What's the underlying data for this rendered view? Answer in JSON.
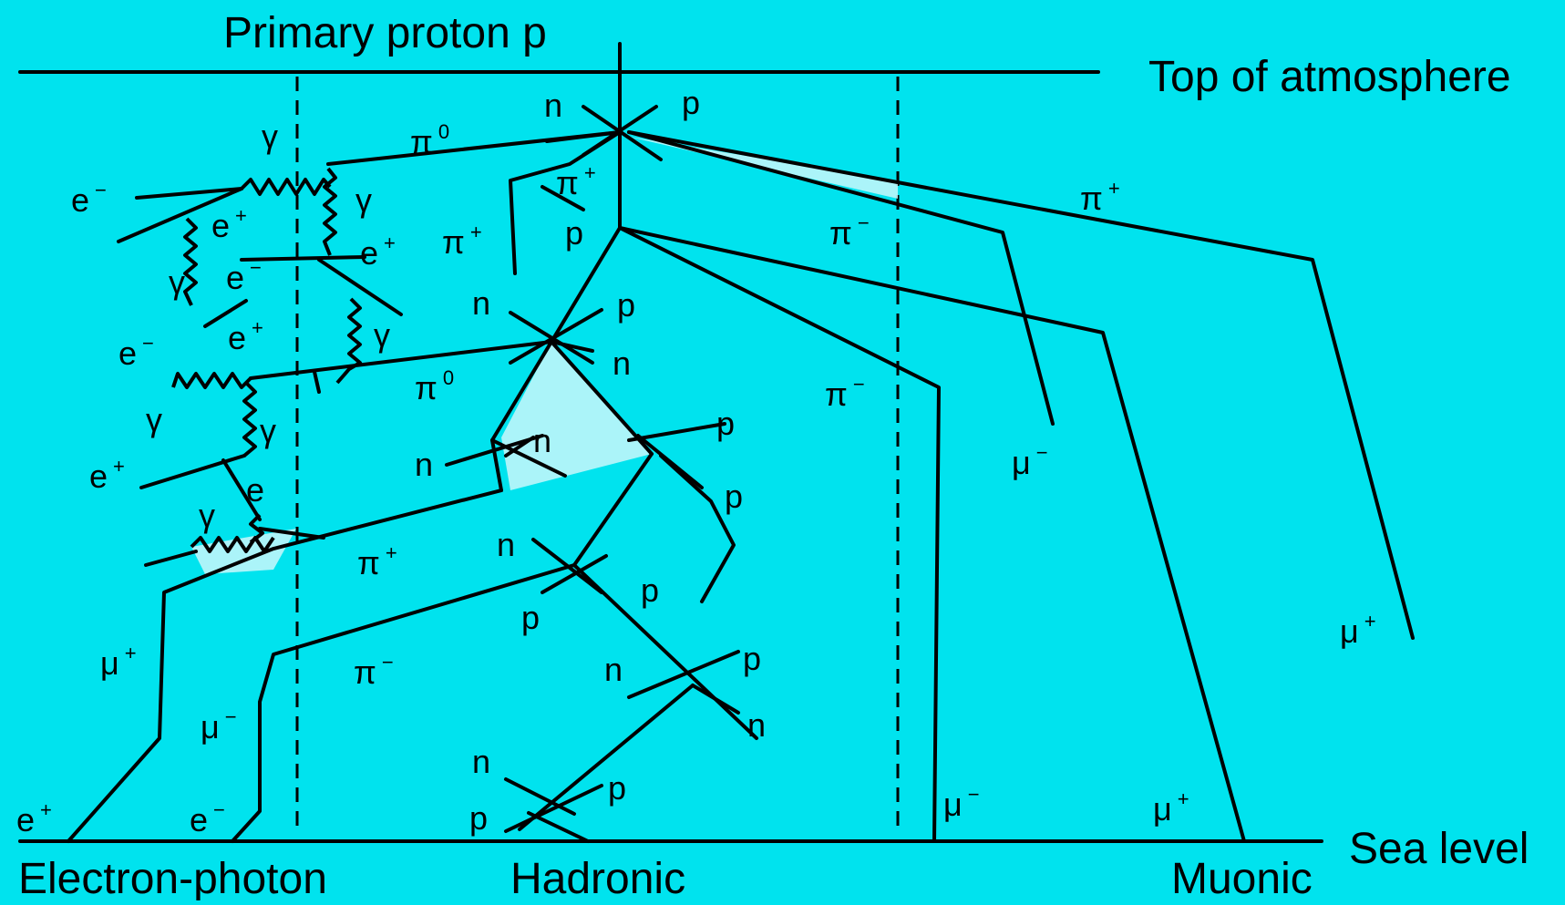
{
  "diagram": {
    "title": "Primary proton p",
    "top_label": "Top of atmosphere",
    "bottom_label": "Sea level",
    "components": [
      "Electron-photon",
      "Hadronic",
      "Muonic"
    ],
    "particle_labels": [
      {
        "t": "n",
        "s": ""
      },
      {
        "t": "p",
        "s": ""
      },
      {
        "t": "π",
        "s": "0"
      },
      {
        "t": "γ",
        "s": ""
      },
      {
        "t": "e",
        "s": "−"
      },
      {
        "t": "γ",
        "s": ""
      },
      {
        "t": "e",
        "s": "+"
      },
      {
        "t": "π",
        "s": "+"
      },
      {
        "t": "p",
        "s": ""
      },
      {
        "t": "e",
        "s": "+"
      },
      {
        "t": "π",
        "s": "+"
      },
      {
        "t": "γ",
        "s": ""
      },
      {
        "t": "e",
        "s": "−"
      },
      {
        "t": "π",
        "s": "−"
      },
      {
        "t": "π",
        "s": "+"
      },
      {
        "t": "n",
        "s": ""
      },
      {
        "t": "p",
        "s": ""
      },
      {
        "t": "e",
        "s": "−"
      },
      {
        "t": "e",
        "s": "+"
      },
      {
        "t": "γ",
        "s": ""
      },
      {
        "t": "n",
        "s": ""
      },
      {
        "t": "π",
        "s": "0"
      },
      {
        "t": "π",
        "s": "−"
      },
      {
        "t": "γ",
        "s": ""
      },
      {
        "t": "γ",
        "s": ""
      },
      {
        "t": "n",
        "s": ""
      },
      {
        "t": "p",
        "s": ""
      },
      {
        "t": "n",
        "s": ""
      },
      {
        "t": "μ",
        "s": "−"
      },
      {
        "t": "e",
        "s": "+"
      },
      {
        "t": "e",
        "s": ""
      },
      {
        "t": "p",
        "s": ""
      },
      {
        "t": "γ",
        "s": ""
      },
      {
        "t": "n",
        "s": ""
      },
      {
        "t": "π",
        "s": "+"
      },
      {
        "t": "p",
        "s": ""
      },
      {
        "t": "p",
        "s": ""
      },
      {
        "t": "μ",
        "s": "+"
      },
      {
        "t": "μ",
        "s": "+"
      },
      {
        "t": "n",
        "s": ""
      },
      {
        "t": "p",
        "s": ""
      },
      {
        "t": "π",
        "s": "−"
      },
      {
        "t": "μ",
        "s": "−"
      },
      {
        "t": "n",
        "s": ""
      },
      {
        "t": "n",
        "s": ""
      },
      {
        "t": "p",
        "s": ""
      },
      {
        "t": "e",
        "s": "+"
      },
      {
        "t": "e",
        "s": "−"
      },
      {
        "t": "p",
        "s": ""
      },
      {
        "t": "μ",
        "s": "−"
      },
      {
        "t": "μ",
        "s": "+"
      }
    ]
  }
}
